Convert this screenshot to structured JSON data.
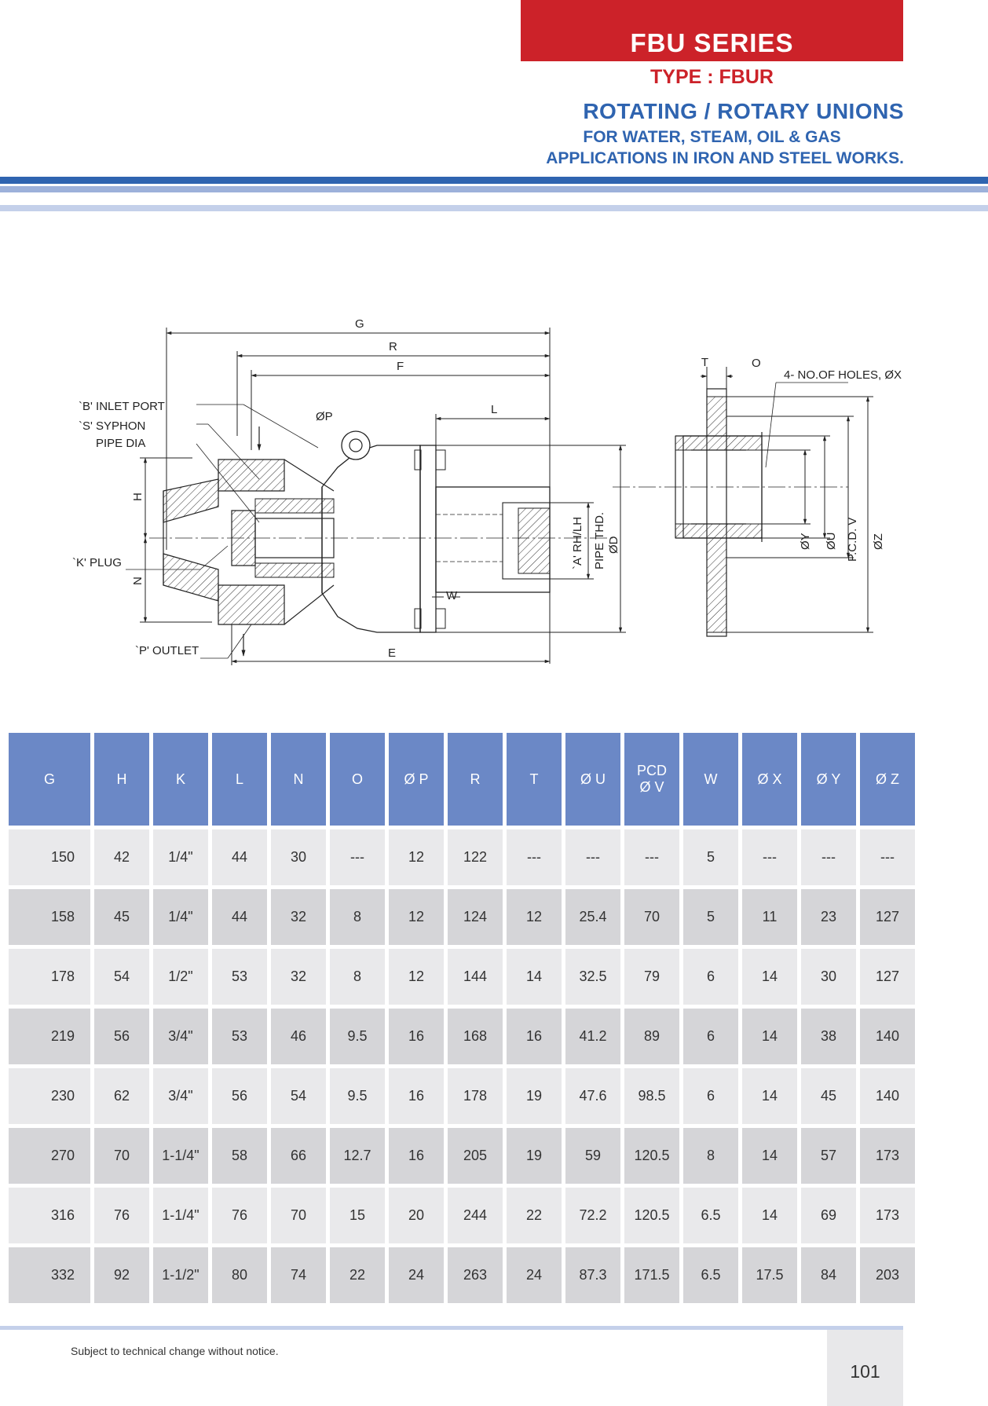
{
  "header": {
    "series": "FBU SERIES",
    "type": "TYPE : FBUR",
    "title": "ROTATING / ROTARY UNIONS",
    "subtitle_line1": "FOR WATER, STEAM, OIL & GAS",
    "subtitle_line2": "APPLICATIONS IN IRON  AND STEEL WORKS."
  },
  "drawing": {
    "labels": {
      "G": "G",
      "R": "R",
      "F": "F",
      "L": "L",
      "E": "E",
      "H": "H",
      "N": "N",
      "P": "ØP",
      "W": "W",
      "D": "ØD",
      "inlet": "`B' INLET PORT",
      "syphon": "`S' SYPHON",
      "pipe_dia": "PIPE DIA",
      "plug": "`K' PLUG",
      "outlet": "`P' OUTLET",
      "thread": "`A' RH/LH",
      "pipe_thd": "PIPE THD.",
      "holes": "4- NO.OF HOLES, ØX",
      "T": "T",
      "O": "O",
      "Y": "ØY",
      "U": "ØU",
      "V": "P.C.D. V",
      "Z": "ØZ"
    }
  },
  "table": {
    "headers": [
      "G",
      "H",
      "K",
      "L",
      "N",
      "O",
      "Ø P",
      "R",
      "T",
      "Ø U",
      "PCD",
      "W",
      "Ø X",
      "Ø Y",
      "Ø Z"
    ],
    "pcd_sub": "Ø V",
    "rows": [
      [
        "150",
        "42",
        "1/4\"",
        "44",
        "30",
        "---",
        "12",
        "122",
        "---",
        "---",
        "---",
        "5",
        "---",
        "---",
        "---"
      ],
      [
        "158",
        "45",
        "1/4\"",
        "44",
        "32",
        "8",
        "12",
        "124",
        "12",
        "25.4",
        "70",
        "5",
        "11",
        "23",
        "127"
      ],
      [
        "178",
        "54",
        "1/2\"",
        "53",
        "32",
        "8",
        "12",
        "144",
        "14",
        "32.5",
        "79",
        "6",
        "14",
        "30",
        "127"
      ],
      [
        "219",
        "56",
        "3/4\"",
        "53",
        "46",
        "9.5",
        "16",
        "168",
        "16",
        "41.2",
        "89",
        "6",
        "14",
        "38",
        "140"
      ],
      [
        "230",
        "62",
        "3/4\"",
        "56",
        "54",
        "9.5",
        "16",
        "178",
        "19",
        "47.6",
        "98.5",
        "6",
        "14",
        "45",
        "140"
      ],
      [
        "270",
        "70",
        "1-1/4\"",
        "58",
        "66",
        "12.7",
        "16",
        "205",
        "19",
        "59",
        "120.5",
        "8",
        "14",
        "57",
        "173"
      ],
      [
        "316",
        "76",
        "1-1/4\"",
        "76",
        "70",
        "15",
        "20",
        "244",
        "22",
        "72.2",
        "120.5",
        "6.5",
        "14",
        "69",
        "173"
      ],
      [
        "332",
        "92",
        "1-1/2\"",
        "80",
        "74",
        "22",
        "24",
        "263",
        "24",
        "87.3",
        "171.5",
        "6.5",
        "17.5",
        "84",
        "203"
      ]
    ]
  },
  "footer": {
    "note": "Subject to technical change without notice.",
    "page": "101"
  },
  "colors": {
    "red": "#cc2229",
    "blue": "#2f64b0",
    "header_cell": "#6b88c6"
  }
}
